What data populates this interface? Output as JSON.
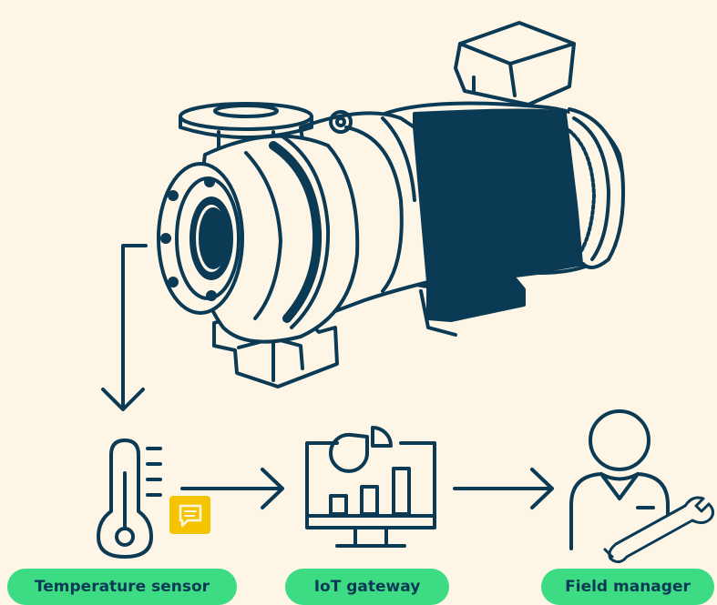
{
  "colors": {
    "background": "#fdf5e6",
    "navy": "#0b3a55",
    "green": "#3ddc84",
    "yellow": "#f5c400"
  },
  "nodes": [
    {
      "label": "Temperature sensor",
      "icon": "thermometer-icon"
    },
    {
      "label": "IoT gateway",
      "icon": "monitor-chart-icon"
    },
    {
      "label": "Field manager",
      "icon": "person-wrench-icon"
    }
  ],
  "illustration": {
    "icon": "centrifugal-pump-icon"
  }
}
